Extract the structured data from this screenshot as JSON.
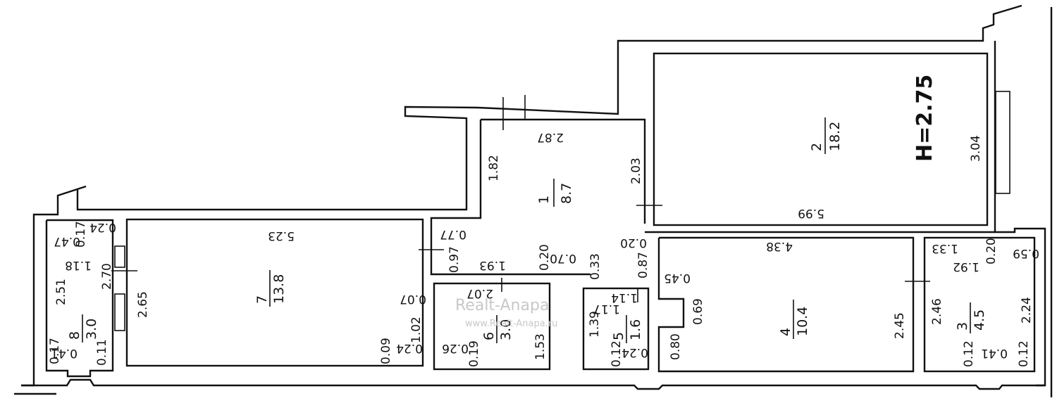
{
  "plan": {
    "ceiling_height": "Н=2.75",
    "watermark": {
      "title": "Realt-Anapa",
      "url": "www.Realt-Anapa.ru"
    },
    "rooms": [
      {
        "id": "room-1",
        "number": "1",
        "area": "8.7"
      },
      {
        "id": "room-2",
        "number": "2",
        "area": "18.2"
      },
      {
        "id": "room-3",
        "number": "3",
        "area": "4.5"
      },
      {
        "id": "room-4",
        "number": "4",
        "area": "10.4"
      },
      {
        "id": "room-5",
        "number": "5",
        "area": "1.6"
      },
      {
        "id": "room-6",
        "number": "6",
        "area": "3.0"
      },
      {
        "id": "room-7",
        "number": "7",
        "area": "13.8"
      },
      {
        "id": "room-8",
        "number": "8",
        "area": "3.0"
      }
    ],
    "dimensions": [
      "2.87",
      "1.82",
      "2.03",
      "5.99",
      "3.04",
      "5.23",
      "0.77",
      "0.97",
      "2.65",
      "0.07",
      "1.02",
      "0.09",
      "0.24",
      "0.17",
      "0.24",
      "0.47",
      "1.18",
      "2.70",
      "2.51",
      "0.17",
      "0.41",
      "0.11",
      "1.93",
      "0.20",
      "0.70",
      "0.33",
      "2.07",
      "1.53",
      "0.26",
      "0.19",
      "1.14",
      "1.17",
      "1.39",
      "0.12",
      "0.24",
      "0.20",
      "0.87",
      "0.45",
      "0.69",
      "0.80",
      "4.38",
      "2.45",
      "1.33",
      "0.20",
      "0.59",
      "1.92",
      "2.46",
      "2.24",
      "0.12",
      "0.41",
      "0.12"
    ]
  }
}
